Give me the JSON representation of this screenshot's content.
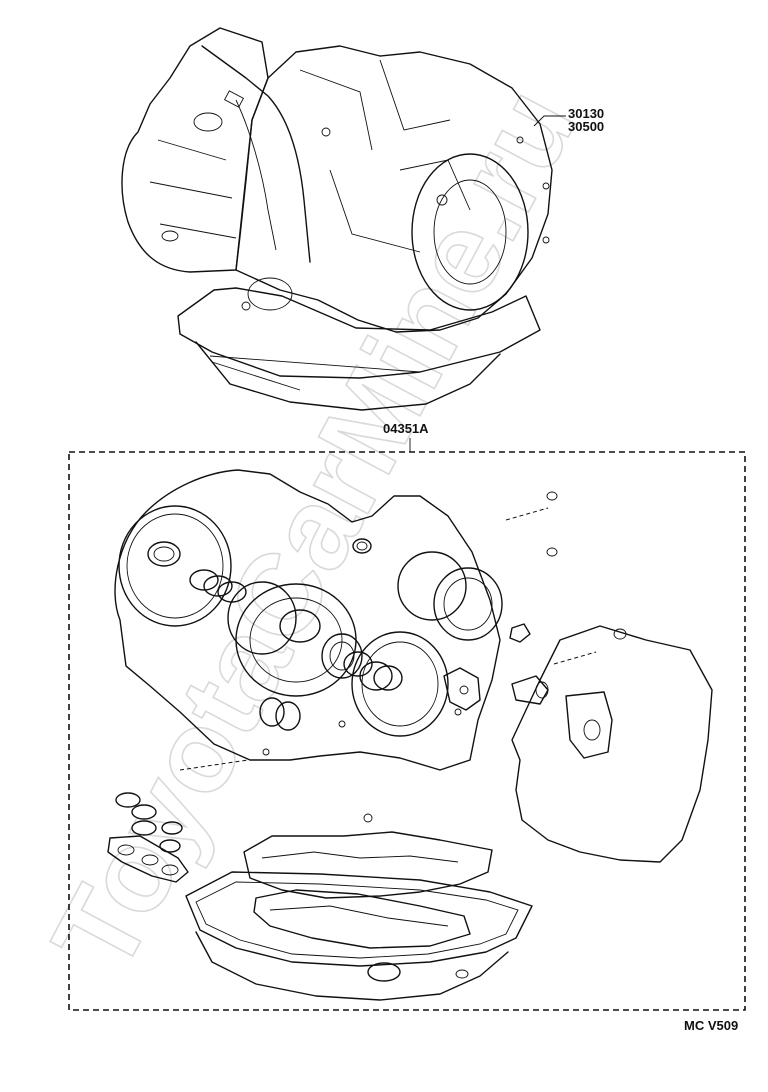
{
  "diagram": {
    "part_labels": {
      "p30130": "30130",
      "p30500": "30500",
      "p04351A": "04351A"
    },
    "footer_code": "MC  V509",
    "watermark": "ToyotaCarMine.ru"
  }
}
